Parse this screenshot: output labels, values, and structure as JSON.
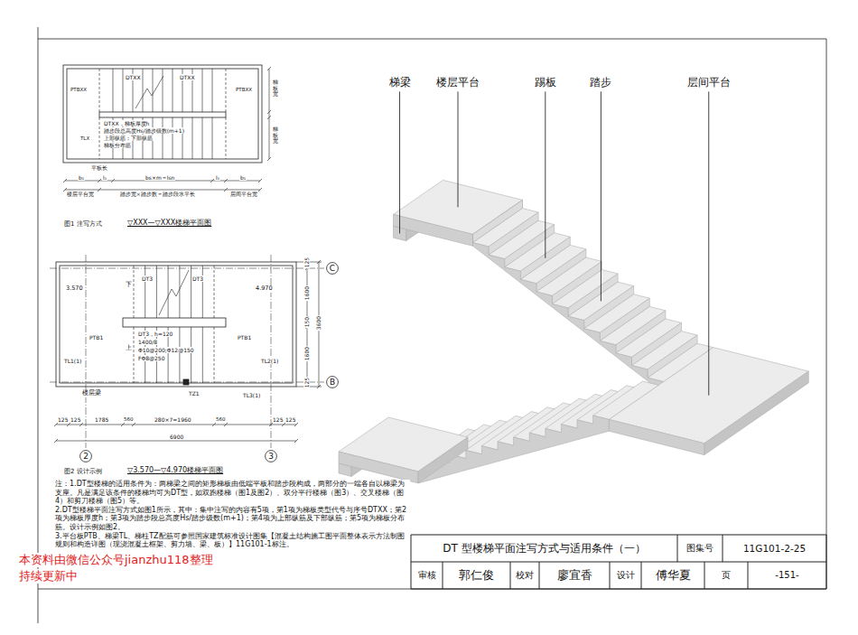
{
  "diagram": {
    "title": "DT 型楼梯平面注写方式与适用条件（一）",
    "nodes": [
      {
        "text": [
          "C"
        ]
      },
      {
        "text": [
          "B"
        ]
      },
      {
        "text": [
          "2"
        ]
      },
      {
        "text": [
          "3"
        ]
      }
    ],
    "labels": [
      "梯梁",
      "楼层平台",
      "踢板",
      "踏步",
      "层间平台",
      "PTBXX",
      "TLX",
      "PTBXX",
      "DTXX",
      "DTXX",
      "DTXX，梯板厚度h",
      "踏步段总高度Hs/踏步级数(m+1)",
      "上部纵筋；下部纵筋",
      "梯板分布筋",
      "梯板宽",
      "梯板宽",
      "平板长",
      "b₁",
      "l₁",
      "bs×m＝lsn",
      "l₁",
      "b₁",
      "楼层平台宽",
      "踏步宽×踏步数＝踏步段水平长",
      "层间平台宽",
      "图1 注写方式",
      "▽XXX—▽XXX楼梯平面图",
      "3.570",
      "下",
      "DT3",
      "DT3",
      "4.970",
      "PTB1",
      "PTB1",
      "TL1(1)",
      "TL2(1)",
      "上",
      "DT3，h=120",
      "1400/8",
      "Φ10@200;Φ12@150",
      "FΦ8@250",
      "楼层梁",
      "TZ1",
      "TL3(1)",
      "125",
      "125",
      "1785",
      "560",
      "280×7=1960",
      "560",
      "125",
      "125",
      "6900",
      "125",
      "1600",
      "150",
      "1600",
      "125",
      "3600",
      "图2 设计示例",
      "▽3.570—▽4.970楼梯平面图",
      "注：1.DT型楼梯的适用条件为：两梯梁之间的矩形梯板由低端平板和踏步段构成，两部分的一端各自以梯梁为支座。凡是满足该条件的楼梯均可为DT型，如双跑楼梯（图1及图2）、双分平行楼梯（图3）、交叉楼梯（图4）和剪刀楼梯（图5）等。",
      "2.DT型楼梯平面注写方式如图1所示，其中：集中注写的内容有5项，第1项为梯板类型代号与序号DTXX；第2项为梯板厚度h；第3项为踏步段总高度Hs/踏步级数(m+1)；第4项为上部纵筋及下部纵筋；第5项为梯板分布筋。设计示例如图2。",
      "3.平台板PTB、梯梁TL、梯柱TZ配筋可参照国家建筑标准设计图集【混凝土结构施工图平面整体表示方法制图规则和构造详图（现浇混凝土框架、剪力墙、梁、板）】11G101-1标注。",
      "图集号",
      "11G101-2-25",
      "审核",
      "郭仁俊",
      "校对",
      "廖宜香",
      "设计",
      "傅华夏",
      "页",
      "-151-",
      "本资料由微信公众号jianzhu118整理",
      "持续更新中"
    ]
  }
}
